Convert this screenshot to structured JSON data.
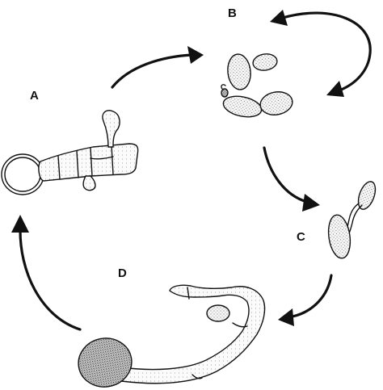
{
  "diagram": {
    "stages": [
      {
        "id": "A",
        "label": "A"
      },
      {
        "id": "B",
        "label": "B"
      },
      {
        "id": "C",
        "label": "C"
      },
      {
        "id": "D",
        "label": "D"
      }
    ],
    "colors": {
      "ink": "#111111",
      "background": "#ffffff",
      "stipple": "#555555"
    }
  }
}
